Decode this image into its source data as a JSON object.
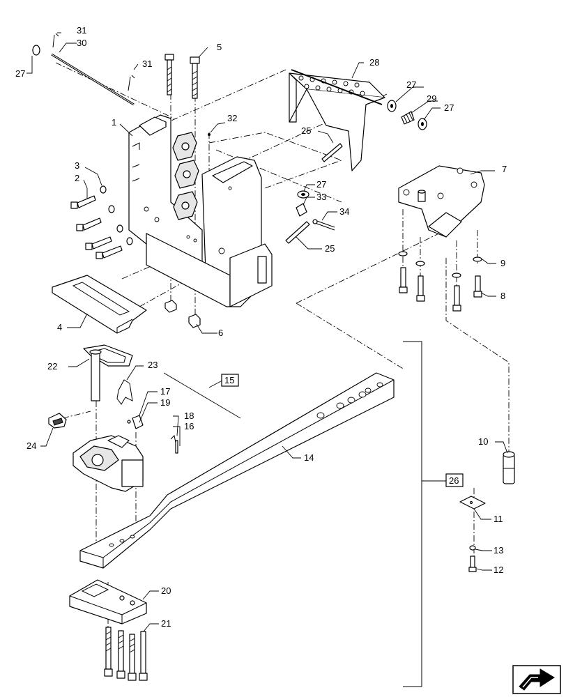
{
  "callouts": {
    "c1": "1",
    "c2": "2",
    "c3": "3",
    "c4": "4",
    "c5": "5",
    "c6": "6",
    "c7": "7",
    "c8": "8",
    "c9": "9",
    "c10": "10",
    "c11": "11",
    "c12": "12",
    "c13": "13",
    "c14": "14",
    "c15": "15",
    "c16": "16",
    "c17": "17",
    "c18": "18",
    "c19": "19",
    "c20": "20",
    "c21": "21",
    "c22": "22",
    "c23": "23",
    "c24": "24",
    "c25a": "25",
    "c25b": "25",
    "c26": "26",
    "c27a": "27",
    "c27b": "27",
    "c27c": "27",
    "c27d": "27",
    "c28": "28",
    "c29": "29",
    "c30": "30",
    "c31a": "31",
    "c31b": "31",
    "c32": "32",
    "c33": "33",
    "c34": "34"
  },
  "icons": {
    "nav": "next-page-arrow-icon"
  }
}
